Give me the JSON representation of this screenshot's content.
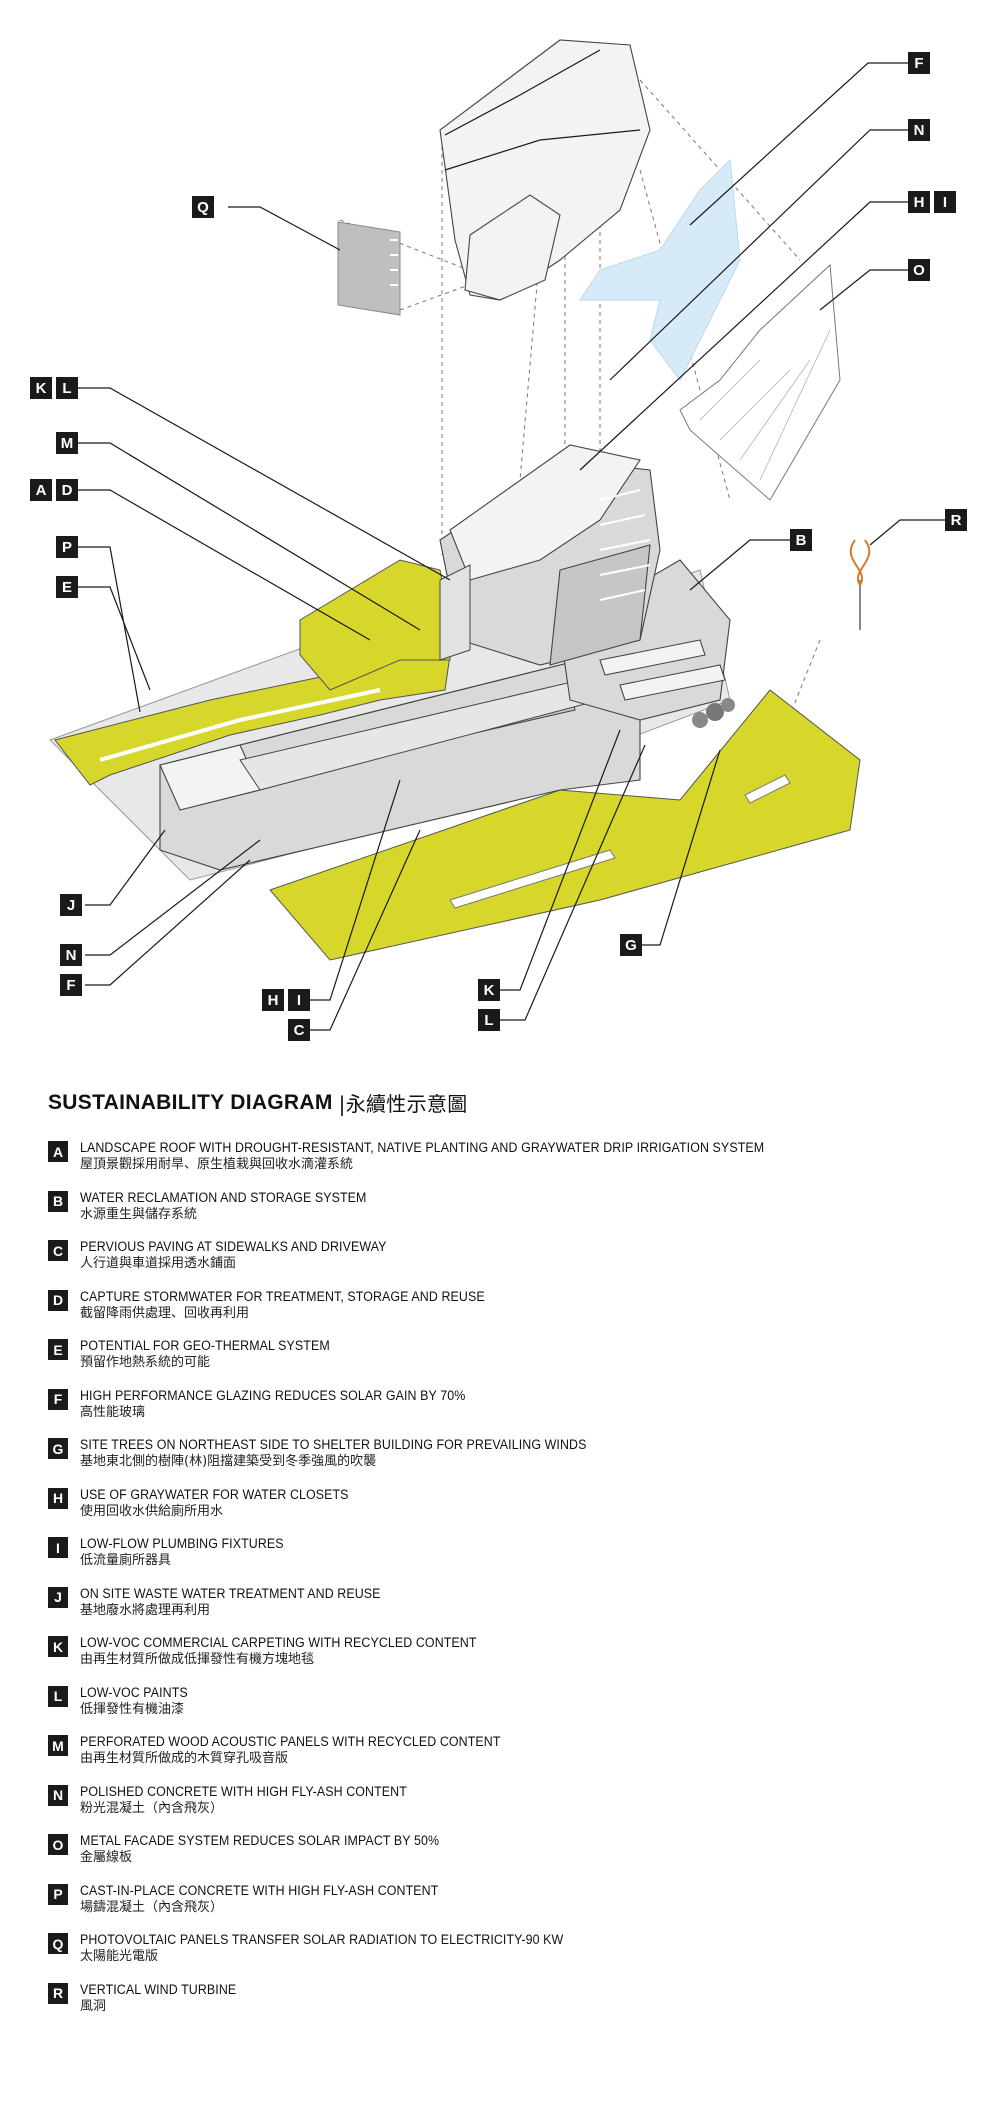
{
  "tags": {
    "F": "F",
    "N": "N",
    "H": "H",
    "I": "I",
    "O": "O",
    "Q": "Q",
    "K": "K",
    "L": "L",
    "M": "M",
    "A": "A",
    "D": "D",
    "P": "P",
    "E": "E",
    "B": "B",
    "R": "R",
    "J": "J",
    "G": "G",
    "C": "C"
  },
  "legend": {
    "title": "SUSTAINABILITY DIAGRAM",
    "title_zh": "|永續性示意圖",
    "items": [
      {
        "letter": "A",
        "en": "LANDSCAPE ROOF WITH DROUGHT-RESISTANT, NATIVE PLANTING AND GRAYWATER DRIP IRRIGATION SYSTEM",
        "zh": "屋頂景觀採用耐旱、原生植栽與回收水滴灌系統"
      },
      {
        "letter": "B",
        "en": "WATER RECLAMATION AND STORAGE SYSTEM",
        "zh": "水源重生與儲存系統"
      },
      {
        "letter": "C",
        "en": "PERVIOUS PAVING AT SIDEWALKS AND DRIVEWAY",
        "zh": "人行道與車道採用透水鋪面"
      },
      {
        "letter": "D",
        "en": "CAPTURE STORMWATER FOR TREATMENT, STORAGE AND REUSE",
        "zh": "截留降雨供處理、回收再利用"
      },
      {
        "letter": "E",
        "en": "POTENTIAL FOR GEO-THERMAL SYSTEM",
        "zh": "預留作地熱系統的可能"
      },
      {
        "letter": "F",
        "en": "HIGH PERFORMANCE GLAZING REDUCES SOLAR GAIN BY 70%",
        "zh": "高性能玻璃"
      },
      {
        "letter": "G",
        "en": "SITE TREES ON NORTHEAST SIDE TO SHELTER BUILDING FOR PREVAILING WINDS",
        "zh": "基地東北側的樹陣(林)阻擋建築受到冬季強風的吹襲"
      },
      {
        "letter": "H",
        "en": "USE OF GRAYWATER FOR WATER CLOSETS",
        "zh": "使用回收水供給廁所用水"
      },
      {
        "letter": "I",
        "en": "LOW-FLOW PLUMBING FIXTURES",
        "zh": "低流量廁所器具"
      },
      {
        "letter": "J",
        "en": "ON SITE WASTE WATER TREATMENT AND REUSE",
        "zh": "基地廢水將處理再利用"
      },
      {
        "letter": "K",
        "en": "LOW-VOC COMMERCIAL CARPETING WITH RECYCLED CONTENT",
        "zh": "由再生材質所做成低揮發性有機方塊地毯"
      },
      {
        "letter": "L",
        "en": "LOW-VOC PAINTS",
        "zh": "低揮發性有機油漆"
      },
      {
        "letter": "M",
        "en": "PERFORATED WOOD ACOUSTIC PANELS WITH RECYCLED CONTENT",
        "zh": "由再生材質所做成的木質穿孔吸音版"
      },
      {
        "letter": "N",
        "en": "POLISHED CONCRETE WITH HIGH FLY-ASH CONTENT",
        "zh": "粉光混凝土（內含飛灰）"
      },
      {
        "letter": "O",
        "en": "METAL FACADE SYSTEM REDUCES SOLAR IMPACT BY 50%",
        "zh": "金屬線板"
      },
      {
        "letter": "P",
        "en": "CAST-IN-PLACE CONCRETE WITH HIGH FLY-ASH CONTENT",
        "zh": "場鑄混凝土（內含飛灰）"
      },
      {
        "letter": "Q",
        "en": "PHOTOVOLTAIC PANELS TRANSFER SOLAR RADIATION TO ELECTRICITY-90 KW",
        "zh": "太陽能光電版"
      },
      {
        "letter": "R",
        "en": "VERTICAL WIND TURBINE",
        "zh": "風洞"
      }
    ]
  },
  "colors": {
    "landscape_green": "#d6d72a",
    "glazing_blue": "#d6ebf7",
    "tag_black": "#1a1a1a"
  }
}
